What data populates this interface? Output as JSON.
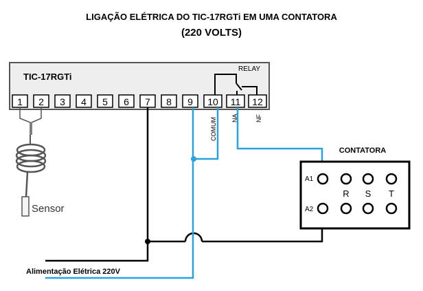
{
  "title_line1": "LIGAÇÃO ELÉTRICA DO TIC-17RGTi EM UMA CONTATORA",
  "title_line2": "(220 VOLTS)",
  "controller": {
    "model": "TIC-17RGTi",
    "relay_label": "RELAY",
    "terminals": [
      "1",
      "2",
      "3",
      "4",
      "5",
      "6",
      "7",
      "8",
      "9",
      "10",
      "11",
      "12"
    ],
    "label_comum": "COMUM",
    "label_na": "NA",
    "label_nf": "NF"
  },
  "sensor_label": "Sensor",
  "contactor": {
    "title": "CONTATORA",
    "a1": "A1",
    "a2": "A2",
    "r": "R",
    "s": "S",
    "t": "T"
  },
  "power_label": "Alimentação Elétrica 220V",
  "colors": {
    "black_wire": "#000000",
    "blue_wire": "#29a3e0",
    "device_fill": "#eeeeee"
  }
}
